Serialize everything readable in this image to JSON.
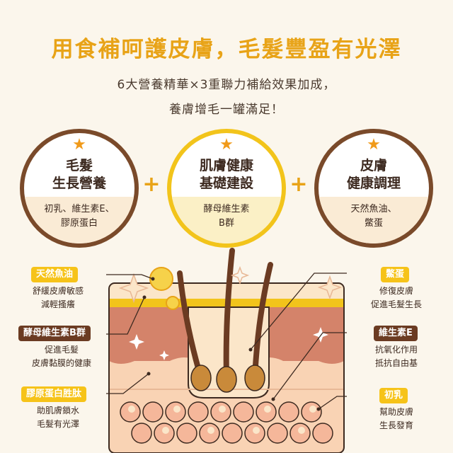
{
  "headline": "用食補呵護皮膚，毛髮豐盈有光澤",
  "subtitle": {
    "line1": "6大營養精華×3重聯力補給效果加成，",
    "line2": "養膚增毛一罐滿足！"
  },
  "circles": [
    {
      "icon": "star-icon",
      "title_line1": "毛髮",
      "title_line2": "生長營養",
      "desc_line1": "初乳、維生素E、",
      "desc_line2": "膠原蛋白"
    },
    {
      "icon": "star-icon",
      "title_line1": "肌膚健康",
      "title_line2": "基礎建設",
      "desc_line1": "酵母維生素",
      "desc_line2": "B群"
    },
    {
      "icon": "star-icon",
      "title_line1": "皮膚",
      "title_line2": "健康調理",
      "desc_line1": "天然魚油、",
      "desc_line2": "鱉蛋"
    }
  ],
  "plus_symbol": "+",
  "labels": {
    "fish_oil": {
      "tag": "天然魚油",
      "line1": "舒緩皮膚敏感",
      "line2": "減輕搔癢"
    },
    "yeast_b": {
      "tag": "酵母維生素B群",
      "line1": "促進毛髮",
      "line2": "皮膚黏膜的健康"
    },
    "collagen": {
      "tag": "膠原蛋白胜肽",
      "line1": "助肌膚鎖水",
      "line2": "毛髮有光澤"
    },
    "turtle_egg": {
      "tag": "鱉蛋",
      "line1": "修復皮膚",
      "line2": "促進毛髮生長"
    },
    "vitamin_e": {
      "tag": "維生素E",
      "line1": "抗氧化作用",
      "line2": "抵抗自由基"
    },
    "colostrum": {
      "tag": "初乳",
      "line1": "幫助皮膚",
      "line2": "生長發育"
    }
  },
  "colors": {
    "background": "#fbf6ec",
    "accent_yellow": "#f2c41b",
    "headline_orange": "#e8a317",
    "brown": "#6b3b22",
    "skin_layer": "#d4836a",
    "dermis": "#f9d3b4"
  }
}
